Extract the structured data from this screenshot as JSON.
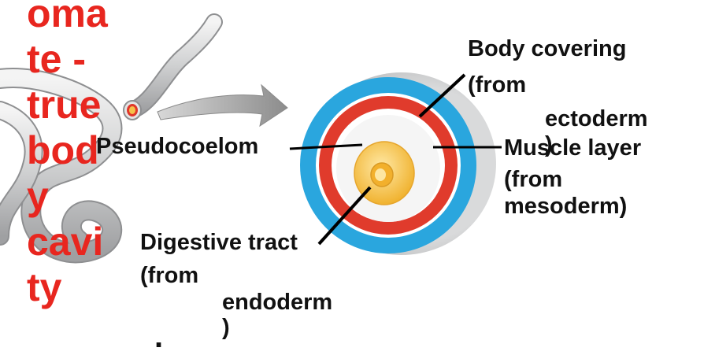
{
  "left_text": {
    "lines": [
      "oma",
      "te -",
      "true",
      "bod",
      "y",
      "cavi",
      "ty"
    ],
    "trailing_dot": "."
  },
  "labels": {
    "body_covering": "Body covering",
    "body_covering_from": "(from",
    "ectoderm": "ectoderm",
    "ectoderm_paren": ")",
    "pseudocoelom": "Pseudocoelom",
    "muscle_layer": "Muscle layer",
    "muscle_from": "(from",
    "mesoderm": "mesoderm)",
    "digestive_tract": "Digestive tract",
    "digestive_from": "(from",
    "endoderm": "endoderm",
    "endoderm_paren": ")"
  },
  "colors": {
    "title_red": "#e8261f",
    "outer_blue": "#2aa6de",
    "muscle_red": "#e03b2c",
    "gut_yellow": "#f3b833",
    "worm_gray": "#c9cacb",
    "arrow_gray": "#9a9a9a"
  }
}
